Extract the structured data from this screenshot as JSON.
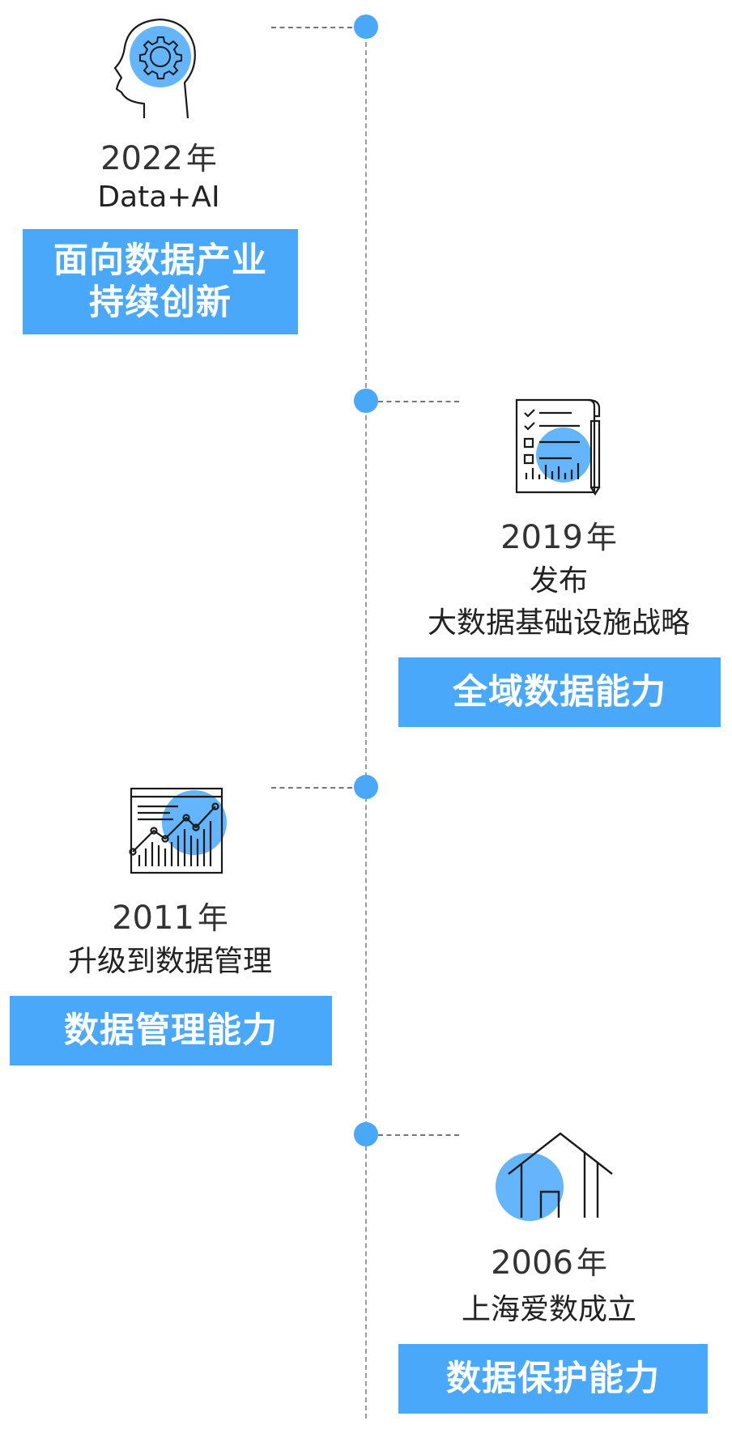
{
  "colors": {
    "accent": "#4aa8fb",
    "line": "#9a9a9a",
    "icon_stroke": "#1a1a1a"
  },
  "milestones": [
    {
      "year": "2022",
      "year_unit": "年",
      "subtitle_lines": [
        "Data+AI"
      ],
      "box_lines": [
        "面向数据产业",
        "持续创新"
      ],
      "icon": "head-gear-icon",
      "side": "left"
    },
    {
      "year": "2019",
      "year_unit": "年",
      "subtitle_lines": [
        "发布",
        "大数据基础设施战略"
      ],
      "box_lines": [
        "全域数据能力"
      ],
      "icon": "report-document-icon",
      "side": "right"
    },
    {
      "year": "2011",
      "year_unit": "年",
      "subtitle_lines": [
        "升级到数据管理"
      ],
      "box_lines": [
        "数据管理能力"
      ],
      "icon": "line-chart-icon",
      "side": "left"
    },
    {
      "year": "2006",
      "year_unit": "年",
      "subtitle_lines": [
        "上海爱数成立"
      ],
      "box_lines": [
        "数据保护能力"
      ],
      "icon": "house-icon",
      "side": "right"
    }
  ]
}
